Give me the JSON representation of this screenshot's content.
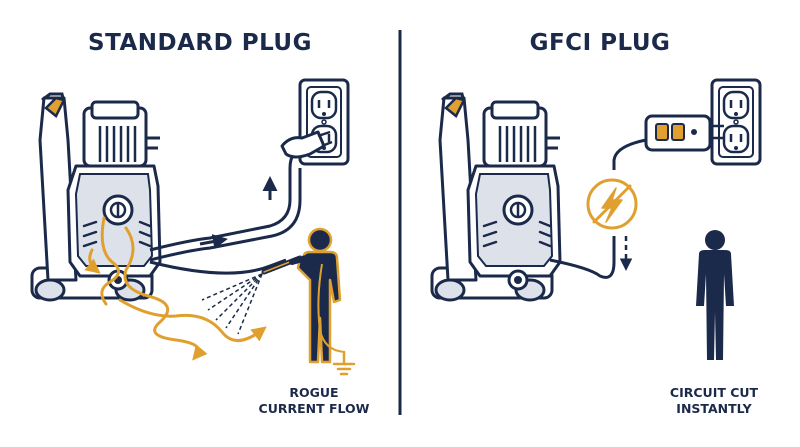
{
  "panels": {
    "standard": {
      "title": "STANDARD PLUG",
      "caption_line1": "ROGUE",
      "caption_line2": "CURRENT FLOW"
    },
    "gfci": {
      "title": "GFCI PLUG",
      "caption_line1": "CIRCUIT CUT",
      "caption_line2": "INSTANTLY"
    }
  },
  "colors": {
    "navy": "#1b2a4a",
    "orange": "#e0a030",
    "panel_gray": "#dde2ea",
    "white": "#ffffff"
  },
  "icons": {
    "pressure_washer": "pressure-washer-icon",
    "wall_outlet": "wall-outlet-icon",
    "plug": "plug-icon",
    "gfci_adapter": "gfci-adapter-icon",
    "person": "person-icon",
    "lightning": "lightning-bolt-icon",
    "ground": "ground-symbol-icon"
  }
}
